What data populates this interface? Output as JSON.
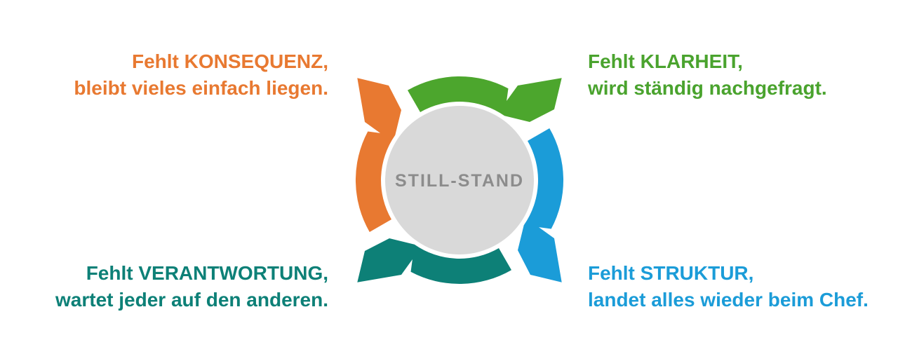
{
  "diagram": {
    "title": "Still-Stand cycle diagram",
    "center": {
      "label": "STILL-STAND",
      "circle_color": "#d9d9d9",
      "text_color": "#8c8c8c"
    },
    "arrows": [
      {
        "name": "arrow-top",
        "points_to": "top-right",
        "color": "#4ca62d"
      },
      {
        "name": "arrow-right",
        "points_to": "bottom-right",
        "color": "#1b9cd8"
      },
      {
        "name": "arrow-bottom",
        "points_to": "bottom-left",
        "color": "#0d8077"
      },
      {
        "name": "arrow-left",
        "points_to": "top-left",
        "color": "#e87931"
      }
    ],
    "labels": {
      "top_left": {
        "line1": "Fehlt KONSEQUENZ,",
        "line2": "bleibt vieles einfach liegen.",
        "color": "#e87931"
      },
      "top_right": {
        "line1": "Fehlt KLARHEIT,",
        "line2": "wird ständig nachgefragt.",
        "color": "#4aa32e"
      },
      "bottom_left": {
        "line1": "Fehlt VERANTWORTUNG,",
        "line2": "wartet jeder auf den anderen.",
        "color": "#0d8077"
      },
      "bottom_right": {
        "line1": "Fehlt STRUKTUR,",
        "line2": "landet alles wieder beim Chef.",
        "color": "#1b9cd8"
      }
    }
  }
}
